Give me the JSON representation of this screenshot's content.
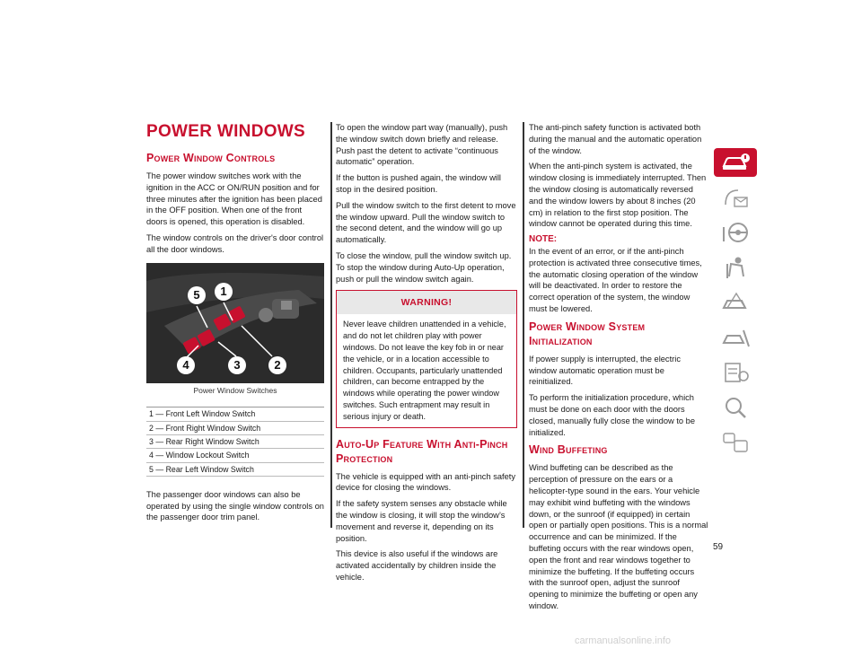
{
  "page_title": "POWER WINDOWS",
  "section_controls": {
    "heading": "Power Window Controls",
    "p1": "The power window switches work with the ignition in the ACC or ON/RUN position and for three minutes after the ignition has been placed in the OFF position. When one of the front doors is opened, this operation is disabled.",
    "p2": "The window controls on the driver's door control all the door windows.",
    "figure_caption": "Power Window Switches",
    "callouts": [
      "5",
      "1",
      "4",
      "3",
      "2"
    ],
    "legend": [
      "1 — Front Left Window Switch",
      "2 — Front Right Window Switch",
      "3 — Rear Right Window Switch",
      "4 — Window Lockout Switch",
      "5 — Rear Left Window Switch"
    ],
    "p3": "The passenger door windows can also be operated by using the single window controls on the passenger door trim panel."
  },
  "column2": {
    "p1": "To open the window part way (manually), push the window switch down briefly and release. Push past the detent to activate “continuous automatic” operation.",
    "p2": "If the button is pushed again, the window will stop in the desired position.",
    "p3": "Pull the window switch to the first detent to move the window upward. Pull the window switch to the second detent, and the window will go up automatically.",
    "p4": "To close the window, pull the window switch up. To stop the window during Auto-Up operation, push or pull the window switch again.",
    "warning_title": "WARNING!",
    "warning_text": "Never leave children unattended in a vehicle, and do not let children play with power windows. Do not leave the key fob in or near the vehicle, or in a location accessible to children. Occupants, particularly unattended children, can become entrapped by the windows while operating the power window switches. Such entrapment may result in serious injury or death.",
    "heading_autoup": "Auto-Up Feature With Anti-Pinch Protection",
    "p5": "The vehicle is equipped with an anti-pinch safety device for closing the windows.",
    "p6": "If the safety system senses any obstacle while the window is closing, it will stop the window’s movement and reverse it, depending on its position.",
    "p7": "This device is also useful if the windows are activated accidentally by children inside the vehicle."
  },
  "column3": {
    "p1": "The anti-pinch safety function is activated both during the manual and the automatic operation of the window.",
    "p2": "When the anti-pinch system is activated, the window closing is immediately interrupted. Then the window closing is automatically reversed and the window lowers by about 8 inches (20 cm) in relation to the first stop position. The window cannot be operated during this time.",
    "note_label": "NOTE:",
    "note_text": "In the event of an error, or if the anti-pinch protection is activated three consecutive times, the automatic closing operation of the window will be deactivated. In order to restore the correct operation of the system, the window must be lowered.",
    "heading_init": "Power Window System Initialization",
    "p3": "If power supply is interrupted, the electric window automatic operation must be reinitialized.",
    "p4": "To perform the initialization procedure, which must be done on each door with the doors closed, manually fully close the window to be initialized.",
    "heading_wind": "Wind Buffeting",
    "p5": "Wind buffeting can be described as the perception of pressure on the ears or a helicopter-type sound in the ears. Your vehicle may exhibit wind buffeting with the windows down, or the sunroof (if equipped) in certain open or partially open positions. This is a normal occurrence and can be minimized. If the buffeting occurs with the rear windows open, open the front and rear windows together to minimize the buffeting. If the buffeting occurs with the sunroof open, adjust the sunroof opening to minimize the buffeting or open any window."
  },
  "sidebar_icons": [
    "car-info-icon",
    "dashboard-envelope-icon",
    "steering-wheel-icon",
    "seat-person-icon",
    "car-warning-icon",
    "car-tools-icon",
    "specs-list-icon",
    "search-icon",
    "language-icon"
  ],
  "page_number": "59",
  "footer_watermark": "carmanualsonline.info",
  "accent_color": "#c8102e"
}
